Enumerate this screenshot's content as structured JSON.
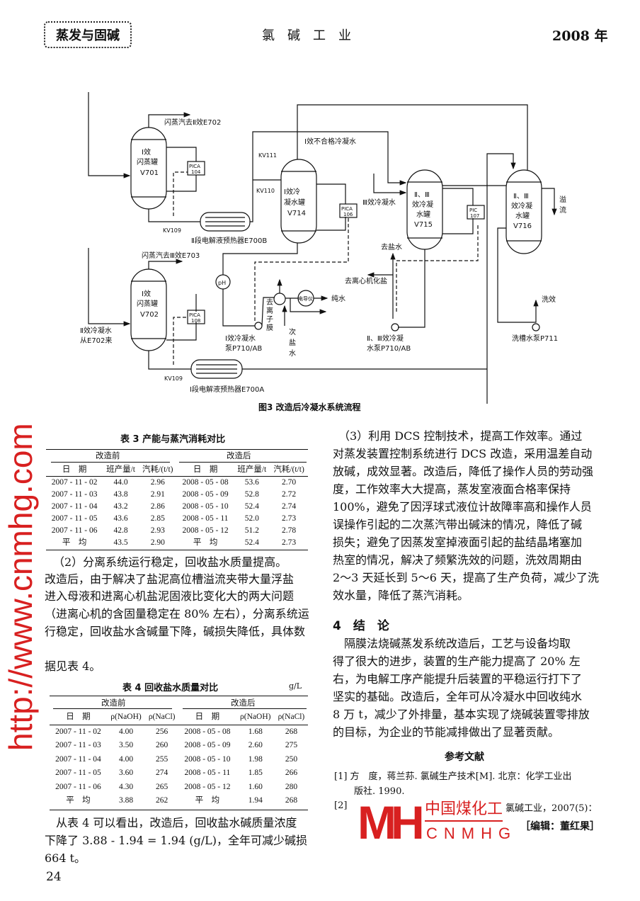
{
  "header": {
    "section": "蒸发与固碱",
    "journal": "氯碱工业",
    "year": "2008 年"
  },
  "figure": {
    "caption": "图3   改造后冷凝水系统流程",
    "labels": {
      "v701": [
        "Ⅰ效",
        "闪蒸罐",
        "V701"
      ],
      "v702": [
        "Ⅰ效",
        "闪蒸罐",
        "V702"
      ],
      "v714": [
        "Ⅰ效冷",
        "凝水罐",
        "V714"
      ],
      "v715": [
        "Ⅱ、Ⅲ",
        "效冷凝",
        "水罐",
        "V715"
      ],
      "v716": [
        "Ⅱ、Ⅲ",
        "效冷凝",
        "水罐",
        "V716"
      ],
      "flash_e702": "闪蒸汽去Ⅱ效E702",
      "flash_e703": "闪蒸汽去Ⅲ效E703",
      "pica104": [
        "PICA",
        "104"
      ],
      "pica106": [
        "PICA",
        "106"
      ],
      "pica108": [
        "PICA",
        "108"
      ],
      "pic107": [
        "PIC",
        "107"
      ],
      "kv109a": "KV109",
      "kv109b": "KV109",
      "kv110": "KV110",
      "kv111": "KV111",
      "e700b": "Ⅱ段电解液预热器E700B",
      "e700a": "Ⅰ段电解液预热器E700A",
      "unqualified": "Ⅰ效不合格冷凝水",
      "iii_cond": "Ⅲ效冷凝水",
      "ii_cond": [
        "Ⅱ效冷凝水",
        "从E702来"
      ],
      "overflow": [
        "溢",
        "流"
      ],
      "to_brine": "去盐水",
      "to_centrifuge": "去离心机化盐",
      "ph": "pH",
      "conductivity": "电导仪",
      "pure_water": "纯水",
      "to_membrane": [
        "去",
        "离",
        "子",
        "膜"
      ],
      "sub_brine": [
        "次",
        "盐",
        "水"
      ],
      "pump_p710": [
        "Ⅰ效冷凝水",
        "泵P710/AB"
      ],
      "pump_p710_23": [
        "Ⅱ、Ⅲ效冷凝",
        "水泵P710/AB"
      ],
      "wash": "洗效",
      "pump_p711": "洗槽水泵P711"
    }
  },
  "table3": {
    "title": "表 3   产能与蒸汽消耗对比",
    "group_before": "改造前",
    "group_after": "改造后",
    "headers": [
      "日　期",
      "班产量/t",
      "汽耗/(t/t)",
      "日　期",
      "班产量/t",
      "汽耗/(t/t)"
    ],
    "rows": [
      [
        "2007 - 11 - 02",
        "44.0",
        "2.96",
        "2008 - 05 - 08",
        "53.6",
        "2.70"
      ],
      [
        "2007 - 11 - 03",
        "43.8",
        "2.91",
        "2008 - 05 - 09",
        "52.8",
        "2.72"
      ],
      [
        "2007 - 11 - 04",
        "43.2",
        "2.86",
        "2008 - 05 - 10",
        "52.4",
        "2.74"
      ],
      [
        "2007 - 11 - 05",
        "43.6",
        "2.85",
        "2008 - 05 - 11",
        "52.0",
        "2.73"
      ],
      [
        "2007 - 11 - 06",
        "42.8",
        "2.93",
        "2008 - 05 - 12",
        "51.2",
        "2.78"
      ],
      [
        "平　均",
        "43.5",
        "2.90",
        "平　均",
        "52.4",
        "2.73"
      ]
    ]
  },
  "left_para": [
    "（2）分离系统运行稳定，回收盐水质量提高。",
    "改造后，由于解决了盐泥高位槽溢流夹带大量浮盐",
    "进入母液和进离心机盐泥固液比变化大的两大问题",
    "（进离心机的含固量稳定在 80% 左右），分离系统运",
    "行稳定，回收盐水含碱量下降，碱损失降低，具体数",
    "据见表 4。"
  ],
  "table4": {
    "title": "表 4   回收盐水质量对比",
    "unit": "g/L",
    "group_before": "改造前",
    "group_after": "改造后",
    "headers": [
      "日　期",
      "ρ(NaOH)",
      "ρ(NaCl)",
      "日　期",
      "ρ(NaOH)",
      "ρ(NaCl)"
    ],
    "rows": [
      [
        "2007 - 11 - 02",
        "4.00",
        "256",
        "2008 - 05 - 08",
        "1.68",
        "268"
      ],
      [
        "2007 - 11 - 03",
        "3.50",
        "260",
        "2008 - 05 - 09",
        "2.60",
        "275"
      ],
      [
        "2007 - 11 - 04",
        "4.00",
        "255",
        "2008 - 05 - 10",
        "1.98",
        "250"
      ],
      [
        "2007 - 11 - 05",
        "3.60",
        "274",
        "2008 - 05 - 11",
        "1.85",
        "266"
      ],
      [
        "2007 - 11 - 06",
        "4.30",
        "265",
        "2008 - 05 - 12",
        "1.60",
        "280"
      ],
      [
        "平　均",
        "3.88",
        "262",
        "平　均",
        "1.94",
        "268"
      ]
    ]
  },
  "left_bottom": [
    "　从表 4 可以看出，改造后，回收盐水碱质量浓度",
    "下降了 3.88 - 1.94 = 1.94 (g/L)，全年可减少碱损",
    "664 t。"
  ],
  "right_para": [
    "　（3）利用 DCS 控制技术，提高工作效率。通过",
    "对蒸发装置控制系统进行 DCS 改造，采用温差自动",
    "放碱，成效显著。改造后，降低了操作人员的劳动强",
    "度，工作效率大大提高，蒸发室液面合格率保持",
    "100%，避免了因浮球式液位计故障率高和操作人员",
    "误操作引起的二次蒸汽带出碱沫的情况，降低了碱",
    "损失；避免了因蒸发室掉液面引起的盐结晶堵塞加",
    "热室的情况，解决了频繁洗效的问题，洗效周期由",
    "2～3 天延长到 5～6 天，提高了生产负荷，减少了洗",
    "效水量，降低了蒸汽消耗。"
  ],
  "section4": "4　结　论",
  "conclusion": [
    "　隔膜法烧碱蒸发系统改造后，工艺与设备均取",
    "得了很大的进步，装置的生产能力提高了 20% 左",
    "右，为电解工序产能提升后装置的平稳运行打下了",
    "坚实的基础。改造后，全年可从冷凝水中回收纯水",
    "8 万 t，减少了外排量，基本实现了烧碱装置零排放",
    "的目标，为企业的节能减排做出了显著贡献。"
  ],
  "references": {
    "title": "参考文献",
    "items": [
      "[1] 方　度，蒋兰荪. 氯碱生产技术[M]. 北京：化学工业出",
      "版社. 1990.",
      "[2]",
      "氯碱工业，2007(5)："
    ]
  },
  "editor": "［编辑：董红果］",
  "page_number": "24",
  "watermark": {
    "url": "http://www.cnmhg.com",
    "logo_cn": "中国煤化工",
    "logo_en": "CNMHG",
    "logo_mark": "MH",
    "color": "#d82020"
  }
}
